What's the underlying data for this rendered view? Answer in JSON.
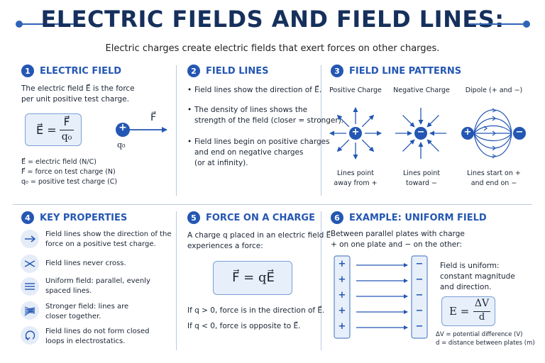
{
  "header": {
    "title": "ELECTRIC FIELDS AND FIELD LINES:",
    "subtitle": "Electric charges create electric fields that exert forces on other charges."
  },
  "sections": {
    "s1": {
      "num": "1",
      "title": "ELECTRIC FIELD",
      "desc_line1": "The electric field E⃗ is the force",
      "desc_line2": "per unit positive test charge.",
      "formula_lhs": "E⃗ =",
      "formula_num": "F⃗",
      "formula_den": "q₀",
      "force_label": "F⃗",
      "charge_sign": "+",
      "charge_label": "q₀",
      "legend": [
        "E⃗ = electric field (N/C)",
        "F⃗ = force on test charge (N)",
        "q₀ = positive test charge (C)"
      ]
    },
    "s2": {
      "num": "2",
      "title": "FIELD LINES",
      "bullets": [
        [
          "Field lines show the direction of E⃗."
        ],
        [
          "The density of lines shows the",
          "strength of the field (closer = stronger)."
        ],
        [
          "Field lines begin on positive charges",
          "and end on negative charges",
          "(or at infinity)."
        ]
      ]
    },
    "s3": {
      "num": "3",
      "title": "FIELD LINE PATTERNS",
      "patterns": [
        {
          "label": "Positive Charge",
          "sign": "+",
          "caption1": "Lines point",
          "caption2": "away from +"
        },
        {
          "label": "Negative Charge",
          "sign": "−",
          "caption1": "Lines point",
          "caption2": "toward −"
        },
        {
          "label": "Dipole (+ and −)",
          "sign_pos": "+",
          "sign_neg": "−",
          "caption1": "Lines start on +",
          "caption2": "and end on −"
        }
      ]
    },
    "s4": {
      "num": "4",
      "title": "KEY PROPERTIES",
      "items": [
        {
          "icon": "arrow-right-icon",
          "lines": [
            "Field lines show the direction of the",
            "force on a positive test charge."
          ]
        },
        {
          "icon": "crossing-lines-icon",
          "lines": [
            "Field lines never cross."
          ]
        },
        {
          "icon": "parallel-lines-icon",
          "lines": [
            "Uniform field: parallel, evenly",
            "spaced lines."
          ]
        },
        {
          "icon": "dense-lines-icon",
          "lines": [
            "Stronger field: lines are",
            "closer together."
          ]
        },
        {
          "icon": "loop-icon",
          "lines": [
            "Field lines do not form closed",
            "loops in electrostatics."
          ]
        }
      ]
    },
    "s5": {
      "num": "5",
      "title": "FORCE ON A CHARGE",
      "desc_line1": "A charge q placed in an electric field E⃗",
      "desc_line2": "experiences a force:",
      "formula": "F⃗ = qE⃗",
      "rule1": "If q > 0, force is in the direction of E⃗.",
      "rule2": "If q < 0, force is opposite to E⃗."
    },
    "s6": {
      "num": "6",
      "title": "EXAMPLE: UNIFORM FIELD",
      "desc_line1": "Between parallel plates with charge",
      "desc_line2": "+ on one plate and − on the other:",
      "plate_pos_sign": "+",
      "plate_neg_sign": "−",
      "note1": "Field is uniform:",
      "note2": "constant magnitude",
      "note3": "and direction.",
      "formula_lhs": "E =",
      "formula_num": "ΔV",
      "formula_den": "d",
      "legend1": "ΔV = potential difference (V)",
      "legend2": "d = distance between plates (m)"
    }
  },
  "colors": {
    "accent": "#2457b3",
    "title": "#16305c",
    "formula_bg": "#e7effa",
    "divider": "#b9c9e2"
  }
}
